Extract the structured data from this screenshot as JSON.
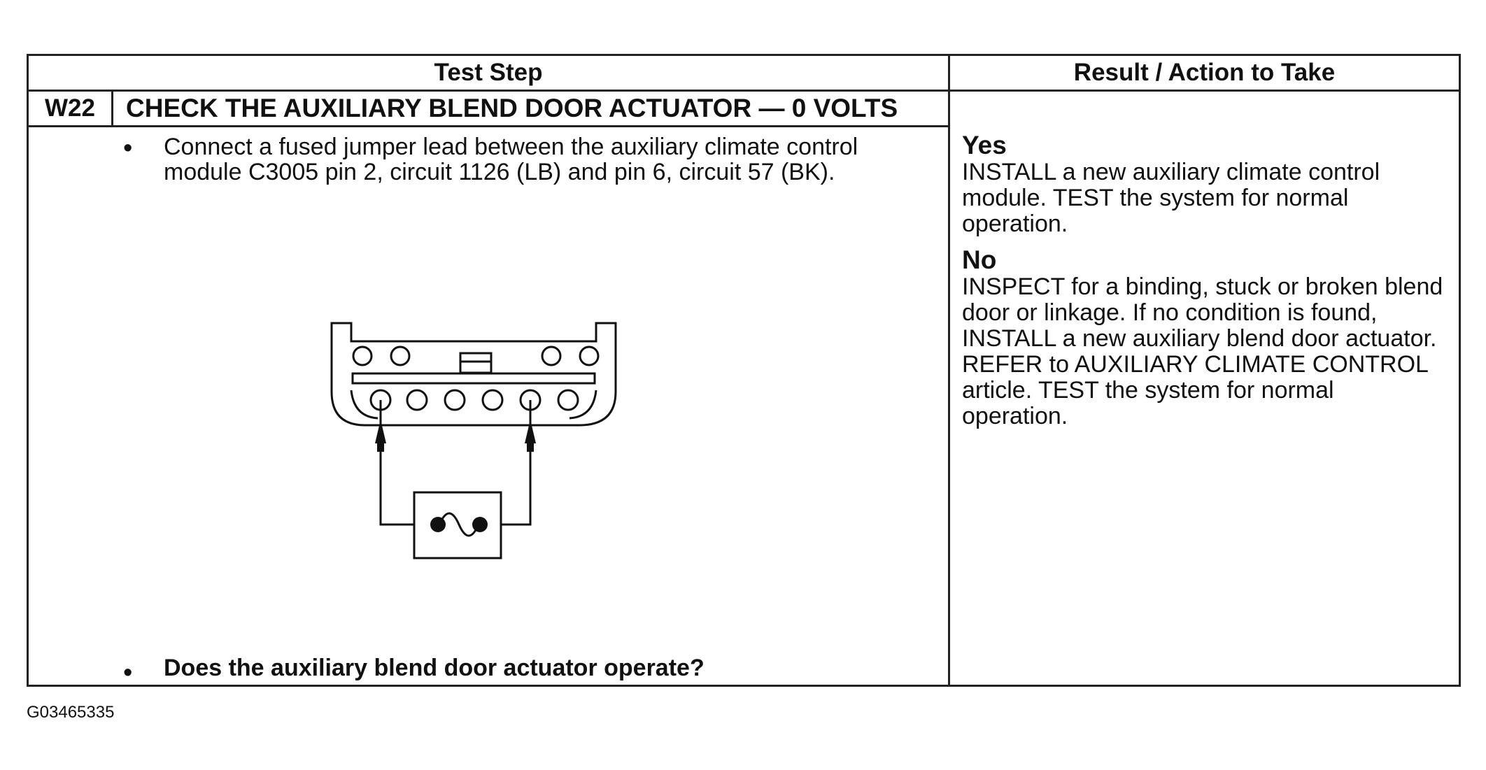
{
  "table": {
    "header_test_step": "Test Step",
    "header_result": "Result / Action to Take",
    "step_id": "W22",
    "step_title": "CHECK THE AUXILIARY BLEND DOOR ACTUATOR — 0 VOLTS",
    "instruction": "Connect a fused jumper lead between the auxiliary climate control module C3005 pin 2, circuit 1126 (LB) and pin 6, circuit 57 (BK).",
    "question": "Does the auxiliary blend door actuator operate?",
    "bullet": "•"
  },
  "results": {
    "yes_label": "Yes",
    "yes_text": "INSTALL a new auxiliary climate control module. TEST the system for normal operation.",
    "no_label": "No",
    "no_text": "INSPECT for a binding, stuck or broken blend door or linkage. If no condition is found, INSTALL a new auxiliary blend door actuator. REFER to AUXILIARY CLIMATE CONTROL article. TEST the system for normal operation."
  },
  "figure_id": "G03465335"
}
